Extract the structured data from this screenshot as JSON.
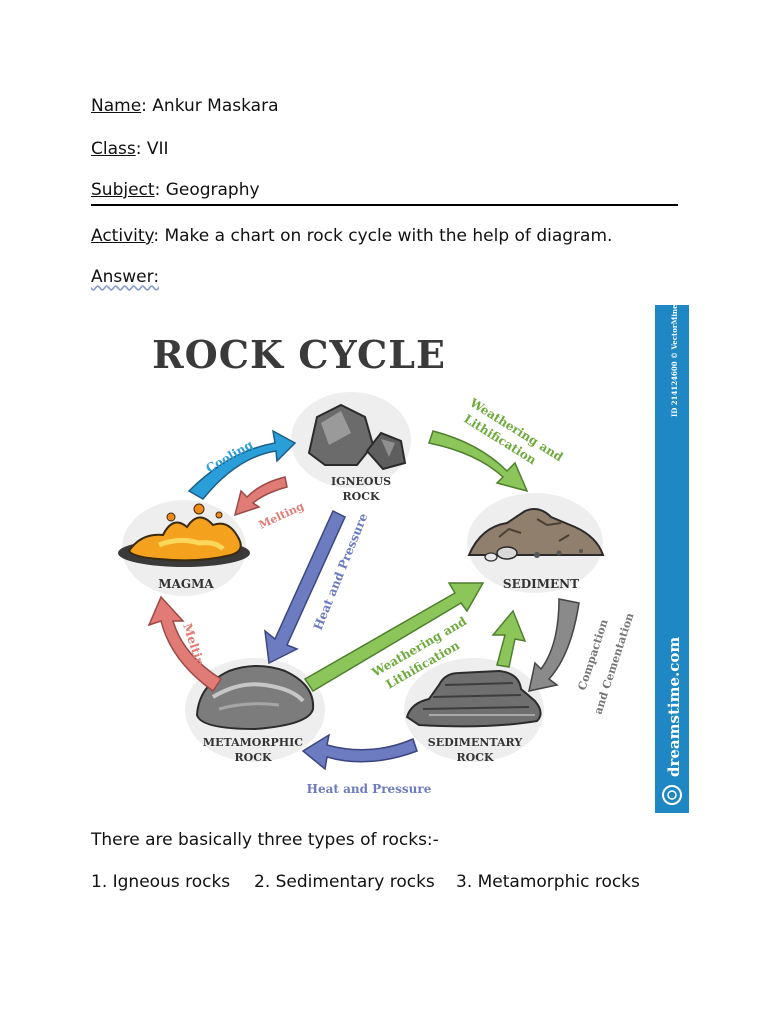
{
  "header": {
    "name_label": "Name",
    "name_value": ": Ankur Maskara",
    "class_label": "Class",
    "class_value": ": VII",
    "subject_label": "Subject",
    "subject_value": ": Geography",
    "activity_label": "Activity",
    "activity_value": ": Make a chart on rock cycle with the help of diagram.",
    "answer_label": "Answer:"
  },
  "diagram": {
    "title": "ROCK CYCLE",
    "nodes": {
      "igneous": [
        "IGNEOUS",
        "ROCK"
      ],
      "sediment": "SEDIMENT",
      "magma": "MAGMA",
      "metamorphic": [
        "METAMORPHIC",
        "ROCK"
      ],
      "sedimentary": [
        "SEDIMENTARY",
        "ROCK"
      ]
    },
    "arrows": {
      "cooling": "Cooling",
      "melting_top": "Melting",
      "weathering_top": [
        "Weathering and",
        "Lithification"
      ],
      "heat_pressure_diag": "Heat and Pressure",
      "weathering_center": [
        "Weathering and",
        "Lithification"
      ],
      "melting_left": "Melting",
      "compaction": [
        "Compaction",
        "and Cementation"
      ],
      "heat_pressure_bottom": "Heat and Pressure"
    },
    "side_banner": {
      "id_text": "ID 214124600 © VectorMine",
      "brand": "dreamstime.com"
    },
    "colors": {
      "cooling": "#2a9ed8",
      "melting": "#e07b76",
      "weathering": "#8cc65a",
      "pressure": "#6d7bc0",
      "compaction": "#888888",
      "banner": "#1e87c4"
    }
  },
  "body": {
    "intro": "There are basically three types of rocks:-",
    "types": [
      "1. Igneous rocks",
      "2. Sedimentary rocks",
      "3. Metamorphic rocks"
    ]
  }
}
